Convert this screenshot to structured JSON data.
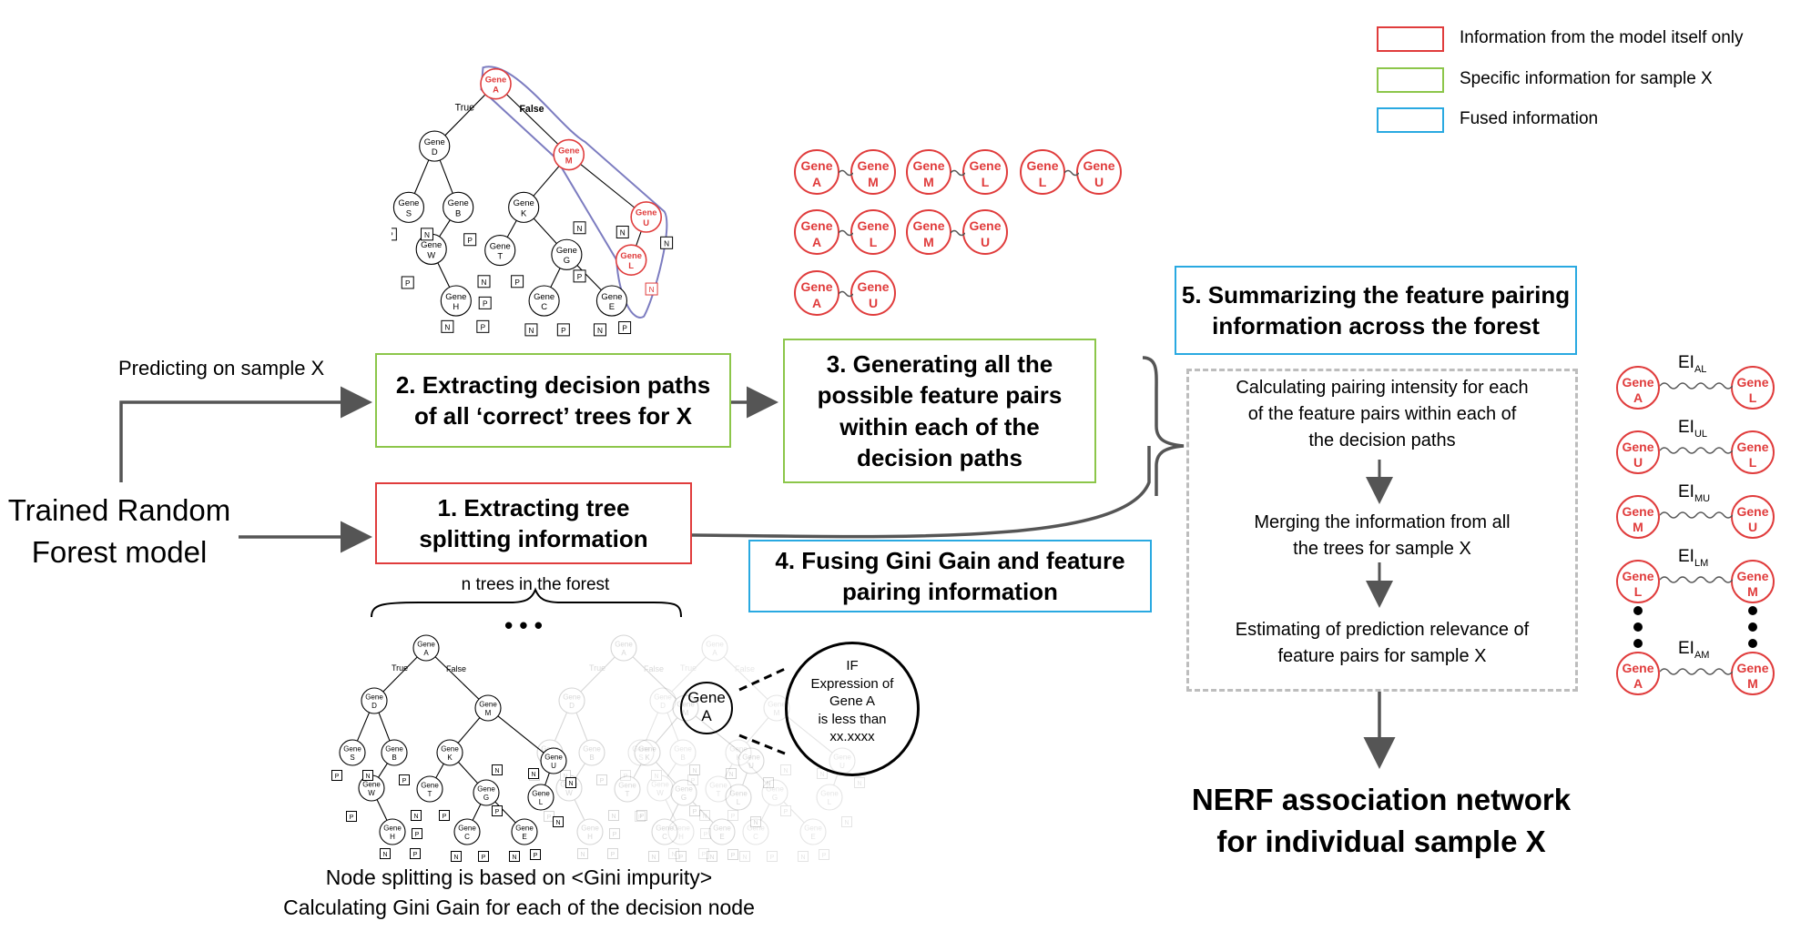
{
  "legend": {
    "items": [
      {
        "label": "Information from the model itself only",
        "color": "#e03c3c"
      },
      {
        "label": "Specific information for sample X",
        "color": "#8cc64a"
      },
      {
        "label": "Fused information",
        "color": "#29a9e1"
      }
    ]
  },
  "model": {
    "label": "Trained Random\nForest model",
    "predict_label": "Predicting on sample X"
  },
  "steps": {
    "s1": "1. Extracting tree\nsplitting information",
    "s2": "2. Extracting decision paths\nof all ‘correct’ trees for X",
    "s3": "3. Generating all the\npossible feature pairs\nwithin each of the\ndecision paths",
    "s4": "4. Fusing Gini Gain and feature\npairing information",
    "s5": "5. Summarizing the feature pairing\ninformation across the forest"
  },
  "forest": {
    "brace_label": "n trees in the forest",
    "ellipsis": "• • •",
    "caption": "Node splitting is based on <Gini impurity>\nCalculating Gini Gain for each of the decision node"
  },
  "tree": {
    "gene_word": "Gene",
    "true_label": "True",
    "false_label": "False",
    "nodes": {
      "A": "A",
      "D": "D",
      "M": "M",
      "S": "S",
      "B": "B",
      "K": "K",
      "U": "U",
      "W": "W",
      "T": "T",
      "G": "G",
      "L": "L",
      "H": "H",
      "C": "C",
      "E": "E"
    },
    "leaf_labels": {
      "p": "P",
      "n": "N"
    }
  },
  "node_detail": {
    "node_line1": "Gene",
    "node_line2": "A",
    "bubble_text": "IF\nExpression of\nGene A\nis less than\nxx.xxxx"
  },
  "pairs": [
    [
      "A",
      "M"
    ],
    [
      "M",
      "L"
    ],
    [
      "L",
      "U"
    ],
    [
      "A",
      "L"
    ],
    [
      "M",
      "U"
    ],
    [
      "A",
      "U"
    ]
  ],
  "process": {
    "p1": "Calculating pairing intensity for each\nof the feature pairs within each of\nthe decision paths",
    "p2": "Merging the information from all\nthe trees for sample X",
    "p3": "Estimating of prediction relevance of\nfeature pairs for sample X"
  },
  "network": [
    {
      "a": "A",
      "b": "L",
      "ei": "EI",
      "sub": "AL"
    },
    {
      "a": "U",
      "b": "L",
      "ei": "EI",
      "sub": "UL"
    },
    {
      "a": "M",
      "b": "U",
      "ei": "EI",
      "sub": "MU"
    },
    {
      "a": "L",
      "b": "M",
      "ei": "EI",
      "sub": "LM"
    },
    {
      "a": "A",
      "b": "M",
      "ei": "EI",
      "sub": "AM"
    }
  ],
  "output": {
    "title": "NERF association network\nfor individual sample X"
  },
  "colors": {
    "red_node": "#e03c3c",
    "arrow": "#555555",
    "path_outline": "#7c7cc0"
  }
}
